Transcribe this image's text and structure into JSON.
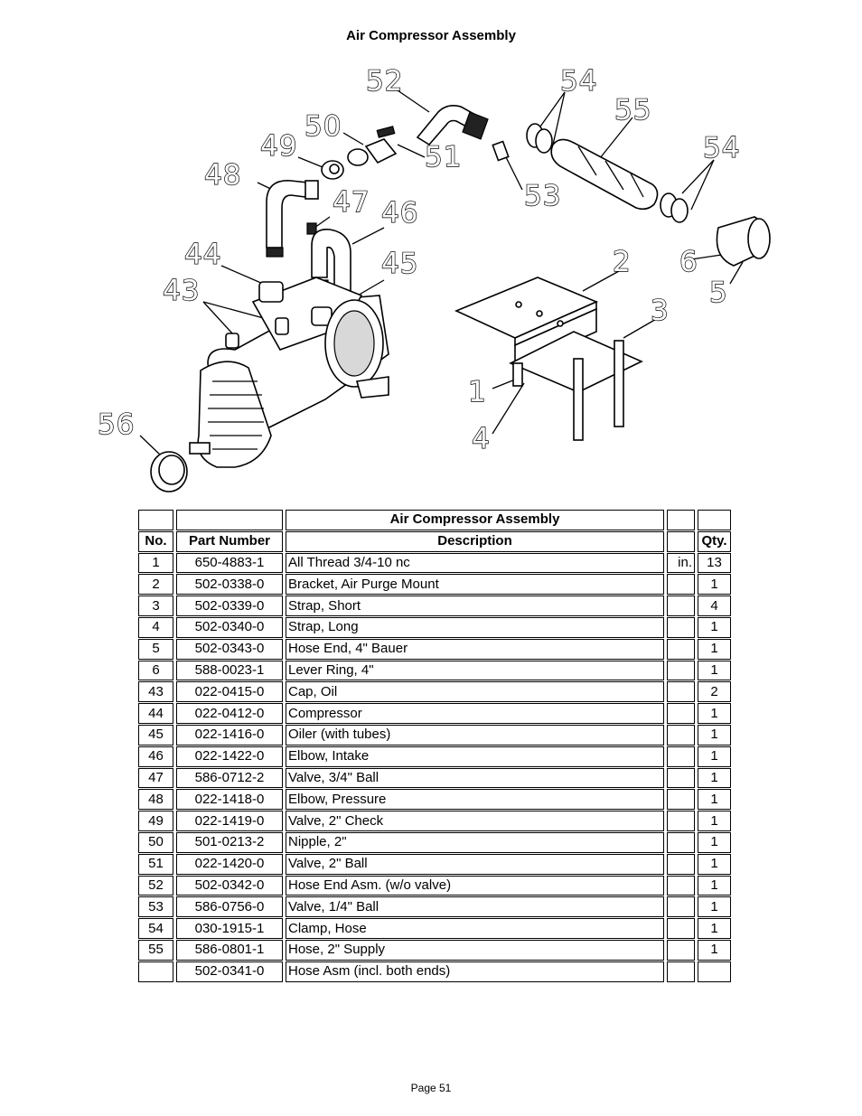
{
  "page_title": "Air Compressor Assembly",
  "diagram": {
    "callouts": [
      "52",
      "50",
      "49",
      "51",
      "48",
      "47",
      "46",
      "44",
      "45",
      "43",
      "54",
      "55",
      "53",
      "54",
      "2",
      "6",
      "5",
      "3",
      "1",
      "4",
      "56"
    ]
  },
  "table": {
    "title": "Air Compressor Assembly",
    "headers": {
      "no": "No.",
      "part_number": "Part Number",
      "description": "Description",
      "unit": "",
      "qty": "Qty."
    },
    "rows": [
      {
        "no": "1",
        "part_number": "650-4883-1",
        "description": "All Thread 3/4-10 nc",
        "unit": "in.",
        "qty": "13"
      },
      {
        "no": "2",
        "part_number": "502-0338-0",
        "description": "Bracket, Air Purge Mount",
        "unit": "",
        "qty": "1"
      },
      {
        "no": "3",
        "part_number": "502-0339-0",
        "description": "Strap, Short",
        "unit": "",
        "qty": "4"
      },
      {
        "no": "4",
        "part_number": "502-0340-0",
        "description": "Strap, Long",
        "unit": "",
        "qty": "1"
      },
      {
        "no": "5",
        "part_number": "502-0343-0",
        "description": "Hose End, 4\" Bauer",
        "unit": "",
        "qty": "1"
      },
      {
        "no": "6",
        "part_number": "588-0023-1",
        "description": "Lever Ring, 4\"",
        "unit": "",
        "qty": "1"
      },
      {
        "no": "43",
        "part_number": "022-0415-0",
        "description": "Cap, Oil",
        "unit": "",
        "qty": "2"
      },
      {
        "no": "44",
        "part_number": "022-0412-0",
        "description": "Compressor",
        "unit": "",
        "qty": "1"
      },
      {
        "no": "45",
        "part_number": "022-1416-0",
        "description": "Oiler (with tubes)",
        "unit": "",
        "qty": "1"
      },
      {
        "no": "46",
        "part_number": "022-1422-0",
        "description": "Elbow, Intake",
        "unit": "",
        "qty": "1"
      },
      {
        "no": "47",
        "part_number": "586-0712-2",
        "description": "Valve, 3/4\" Ball",
        "unit": "",
        "qty": "1"
      },
      {
        "no": "48",
        "part_number": "022-1418-0",
        "description": "Elbow, Pressure",
        "unit": "",
        "qty": "1"
      },
      {
        "no": "49",
        "part_number": "022-1419-0",
        "description": "Valve, 2\" Check",
        "unit": "",
        "qty": "1"
      },
      {
        "no": "50",
        "part_number": "501-0213-2",
        "description": "Nipple, 2\"",
        "unit": "",
        "qty": "1"
      },
      {
        "no": "51",
        "part_number": "022-1420-0",
        "description": "Valve, 2\" Ball",
        "unit": "",
        "qty": "1"
      },
      {
        "no": "52",
        "part_number": "502-0342-0",
        "description": "Hose End Asm. (w/o valve)",
        "unit": "",
        "qty": "1"
      },
      {
        "no": "53",
        "part_number": "586-0756-0",
        "description": "Valve, 1/4\" Ball",
        "unit": "",
        "qty": "1"
      },
      {
        "no": "54",
        "part_number": "030-1915-1",
        "description": "Clamp, Hose",
        "unit": "",
        "qty": "1"
      },
      {
        "no": "55",
        "part_number": "586-0801-1",
        "description": "Hose, 2\" Supply",
        "unit": "",
        "qty": "1"
      },
      {
        "no": "",
        "part_number": "502-0341-0",
        "description": "Hose Asm (incl. both ends)",
        "unit": "",
        "qty": ""
      }
    ]
  },
  "footer": "Page 51"
}
